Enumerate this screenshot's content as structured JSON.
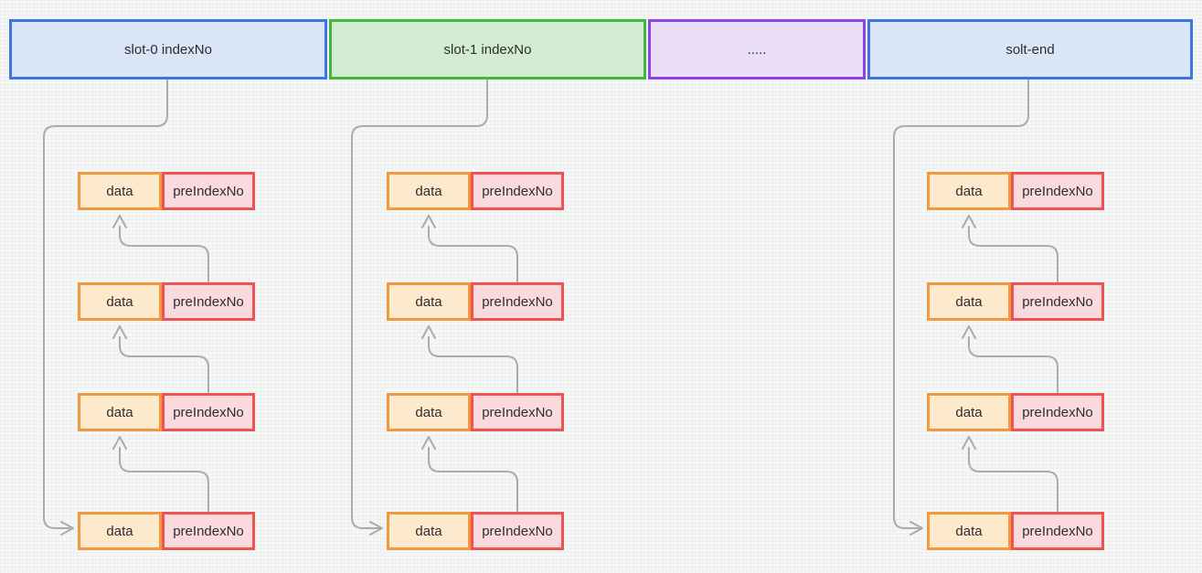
{
  "diagram": {
    "slot_bar": {
      "slots": [
        {
          "label": "slot-0 indexNo",
          "scheme": "blue"
        },
        {
          "label": "slot-1 indexNo",
          "scheme": "green"
        },
        {
          "label": ".....",
          "scheme": "purple"
        },
        {
          "label": "solt-end",
          "scheme": "blue"
        }
      ]
    },
    "node_labels": {
      "data": "data",
      "pre_index": "preIndexNo"
    },
    "chains": [
      {
        "name": "slot-0 chain",
        "node_count": 4
      },
      {
        "name": "slot-1 chain",
        "node_count": 4
      },
      {
        "name": "solt-end chain",
        "node_count": 4
      }
    ],
    "colors": {
      "slot_blue_border": "#3b75e6",
      "slot_blue_fill": "#dbe5f8",
      "slot_green_border": "#3eb93e",
      "slot_green_fill": "#d3edd3",
      "slot_purple_border": "#8e44e4",
      "slot_purple_fill": "#eadef8",
      "node_data_border": "#f2993f",
      "node_data_fill": "#fdeacd",
      "node_pre_border": "#f05152",
      "node_pre_fill": "#fadadd",
      "connector_gray": "#a9abad",
      "text": "#2d2d2d",
      "background": "#f6f7f7"
    }
  }
}
